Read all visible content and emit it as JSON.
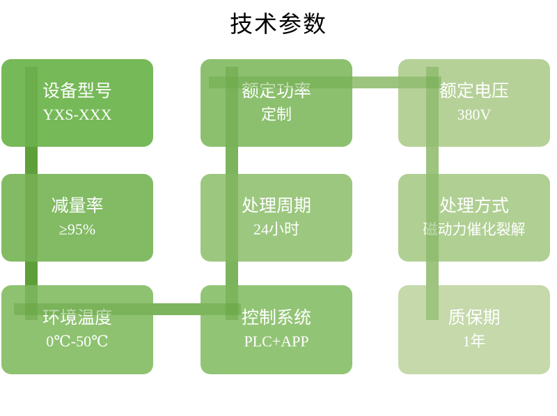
{
  "header": {
    "title": "技术参数"
  },
  "theme": {
    "background": "#ffffff",
    "title_color": "#000000",
    "text_color": "#ffffff",
    "card_colors": [
      "#76b958",
      "#8cc06f",
      "#b5d198",
      "#82bb64",
      "#9cc77f",
      "#b0cf93",
      "#8ec271",
      "#92c475",
      "#c5d9ab"
    ],
    "connector_colors": [
      "#5f9f3a",
      "#7bb45d",
      "#9cc47f"
    ]
  },
  "spec_grid": {
    "rows": 3,
    "columns": 3,
    "cards": [
      {
        "id": "model",
        "label": "设备型号",
        "value": "YXS-XXX",
        "row": 1,
        "col": 1
      },
      {
        "id": "rated-power",
        "label": "额定功率",
        "value": "定制",
        "row": 1,
        "col": 2
      },
      {
        "id": "rated-voltage",
        "label": "额定电压",
        "value": "380V",
        "row": 1,
        "col": 3
      },
      {
        "id": "reduction",
        "label": "减量率",
        "value": "≥95%",
        "row": 2,
        "col": 1
      },
      {
        "id": "cycle",
        "label": "处理周期",
        "value": "24小时",
        "row": 2,
        "col": 2
      },
      {
        "id": "method",
        "label": "处理方式",
        "value": "磁动力催化裂解",
        "row": 2,
        "col": 3
      },
      {
        "id": "temperature",
        "label": "环境温度",
        "value": "0℃-50℃",
        "row": 3,
        "col": 1
      },
      {
        "id": "control",
        "label": "控制系统",
        "value": "PLC+APP",
        "row": 3,
        "col": 2
      },
      {
        "id": "warranty",
        "label": "质保期",
        "value": "1年",
        "row": 3,
        "col": 3
      }
    ]
  }
}
